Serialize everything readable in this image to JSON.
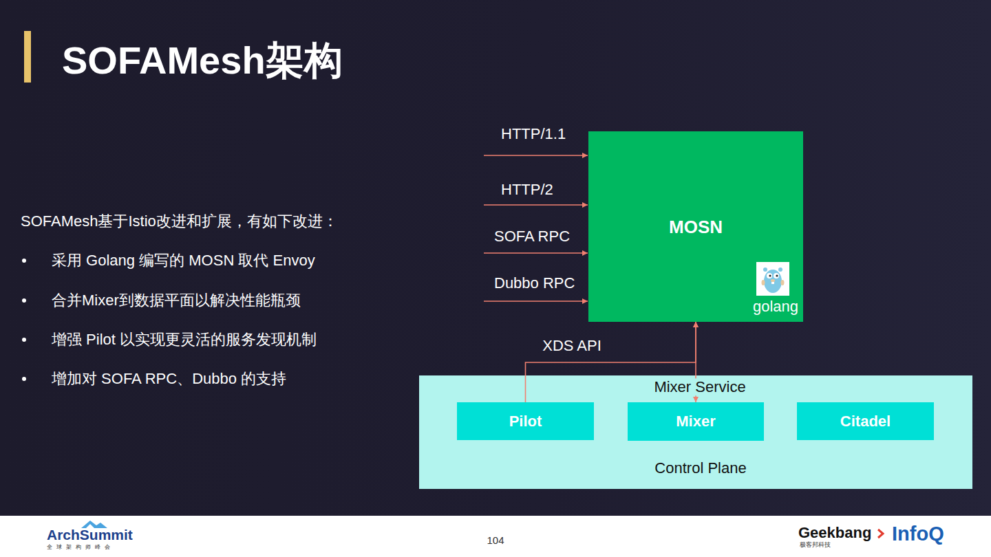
{
  "diagram": {
    "title": "SOFAMesh架构",
    "nodes": [
      {
        "text": [
          "MOSN",
          "golang"
        ]
      },
      {
        "text": [
          "Control Plane"
        ]
      },
      {
        "text": [
          "Pilot"
        ],
        "in": 1
      },
      {
        "text": [
          "Mixer"
        ],
        "in": 1
      },
      {
        "text": [
          "Citadel"
        ],
        "in": 1
      }
    ],
    "edges": [
      {
        "from": 2,
        "to": 0,
        "arrow": "to",
        "label": "XDS API"
      },
      {
        "from": 3,
        "to": 0,
        "arrow": "both",
        "label": "Mixer Service"
      }
    ],
    "labels": [
      "SOFAMesh基于Istio改进和扩展，有如下改进：",
      "采用 Golang 编写的 MOSN 取代 Envoy",
      "合并Mixer到数据平面以解决性能瓶颈",
      "增强 Pilot 以实现更灵活的服务发现机制",
      "增加对 SOFA RPC、Dubbo 的支持",
      "HTTP/1.1",
      "HTTP/2",
      "SOFA RPC",
      "Dubbo RPC",
      "ArchSummit",
      "全球架构师峰会",
      "104",
      "Geekbang",
      "极客邦科技",
      "InfoQ"
    ]
  }
}
